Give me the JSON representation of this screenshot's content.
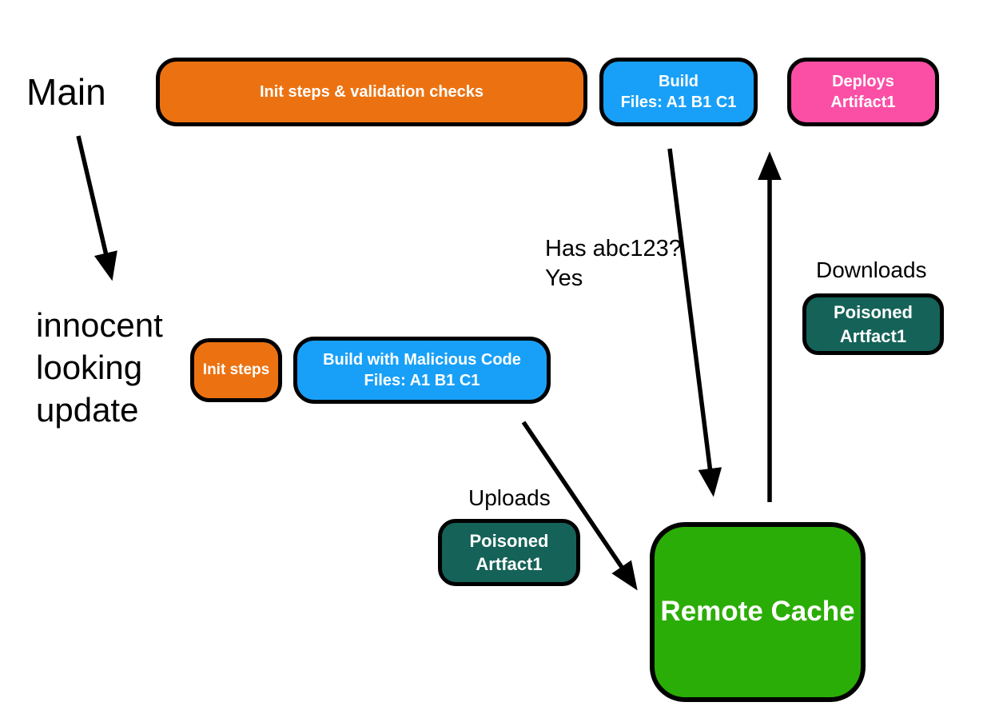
{
  "diagram": {
    "title_context": "cache poisoning build pipeline diagram",
    "labels": {
      "main": "Main",
      "innocent_update": "innocent\nlooking\nupdate",
      "has_abc123": "Has abc123?\nYes",
      "downloads": "Downloads",
      "uploads": "Uploads"
    },
    "nodes": {
      "init_validation": {
        "label": "Init steps & validation checks",
        "color": "#EC7211"
      },
      "build": {
        "label": "Build\nFiles: A1 B1 C1",
        "color": "#18A0F8"
      },
      "deploys_artifact": {
        "label": "Deploys\nArtifact1",
        "color": "#FB4FA6"
      },
      "init_steps": {
        "label": "Init steps",
        "color": "#EC7211"
      },
      "build_malicious": {
        "label": "Build with Malicious Code\nFiles: A1 B1 C1",
        "color": "#18A0F8"
      },
      "poisoned_download": {
        "label": "Poisoned\nArtfact1",
        "color": "#156258"
      },
      "poisoned_upload": {
        "label": "Poisoned\nArtfact1",
        "color": "#156258"
      },
      "remote_cache": {
        "label": "Remote Cache",
        "color": "#2BAD07"
      }
    },
    "colors": {
      "background": "#ffffff",
      "box_border": "#000000",
      "box_text": "#ffffff",
      "label_text": "#000000",
      "arrow": "#000000"
    }
  }
}
